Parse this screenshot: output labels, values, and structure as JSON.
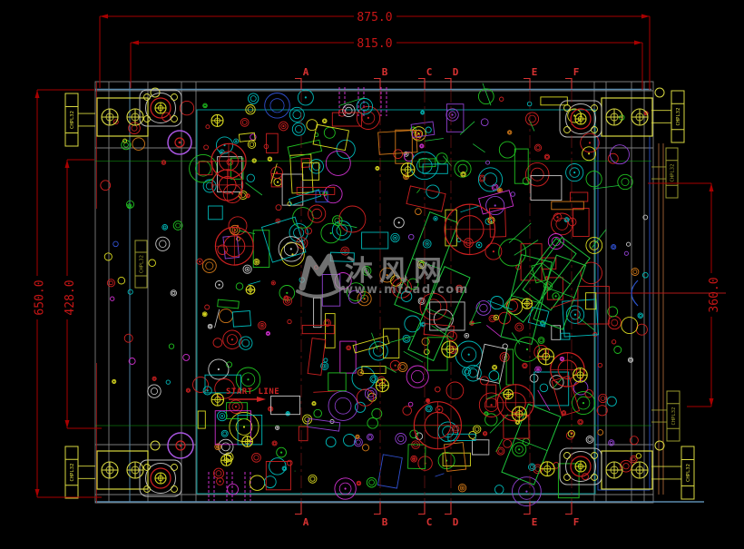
{
  "watermark": {
    "logo": "M-swoosh-logo",
    "brand": "沐风网",
    "site": "www.mfcad.com"
  },
  "annotations": {
    "start_line": "START LINE"
  },
  "labels": {
    "bracket": "CHPL32"
  },
  "dimensions": {
    "top": [
      {
        "label": "875.0"
      },
      {
        "label": "815.0"
      }
    ],
    "left": [
      {
        "label": "650.0"
      },
      {
        "label": "428.0"
      }
    ],
    "right": [
      {
        "label": "360.0"
      }
    ]
  },
  "sections": {
    "letters": [
      "A",
      "B",
      "C",
      "D",
      "E",
      "F"
    ]
  },
  "palette": {
    "background": "#000000",
    "dimension_line": "#a80000",
    "dimension_text": "#c81616",
    "section_letter": "#d83232",
    "plate_edge_blue": "#5b8bad",
    "structure_gray": "#7d7d7d",
    "bracket_yellow": "#d8d840",
    "bracket_dull_yellow": "#99992e",
    "watermark_gray": "#9b9b9b",
    "cad_colors": [
      "#cc2020",
      "#00b8b8",
      "#d8d820",
      "#20c020",
      "#c8c8c8",
      "#cc30cc",
      "#d07818",
      "#3050d0",
      "#9040d0"
    ]
  }
}
